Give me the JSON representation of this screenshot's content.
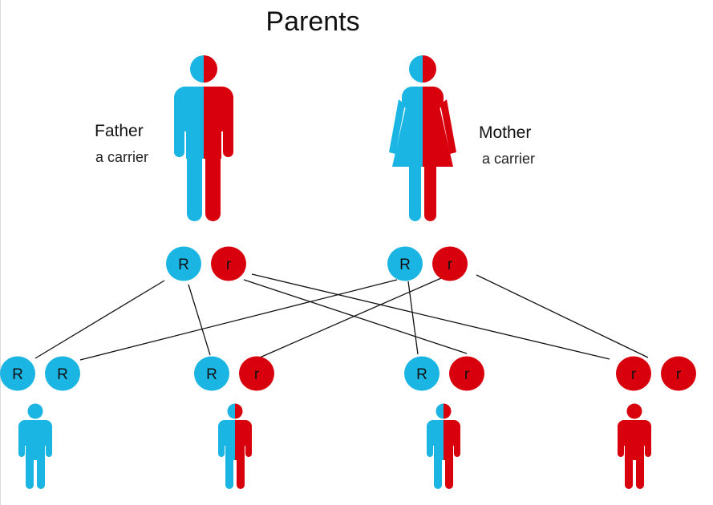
{
  "title": "Parents",
  "father": {
    "name": "Father",
    "status": "a carrier"
  },
  "mother": {
    "name": "Mother",
    "status": "a carrier"
  },
  "colors": {
    "dominant": "#1ab5e3",
    "recessive": "#d9000d",
    "line": "#111111"
  },
  "parent_alleles": {
    "father": [
      "R",
      "r"
    ],
    "mother": [
      "R",
      "r"
    ]
  },
  "offspring": [
    {
      "alleles": [
        "R",
        "R"
      ],
      "figure": "dominant"
    },
    {
      "alleles": [
        "R",
        "r"
      ],
      "figure": "carrier"
    },
    {
      "alleles": [
        "R",
        "r"
      ],
      "figure": "carrier"
    },
    {
      "alleles": [
        "r",
        "r"
      ],
      "figure": "recessive"
    }
  ]
}
